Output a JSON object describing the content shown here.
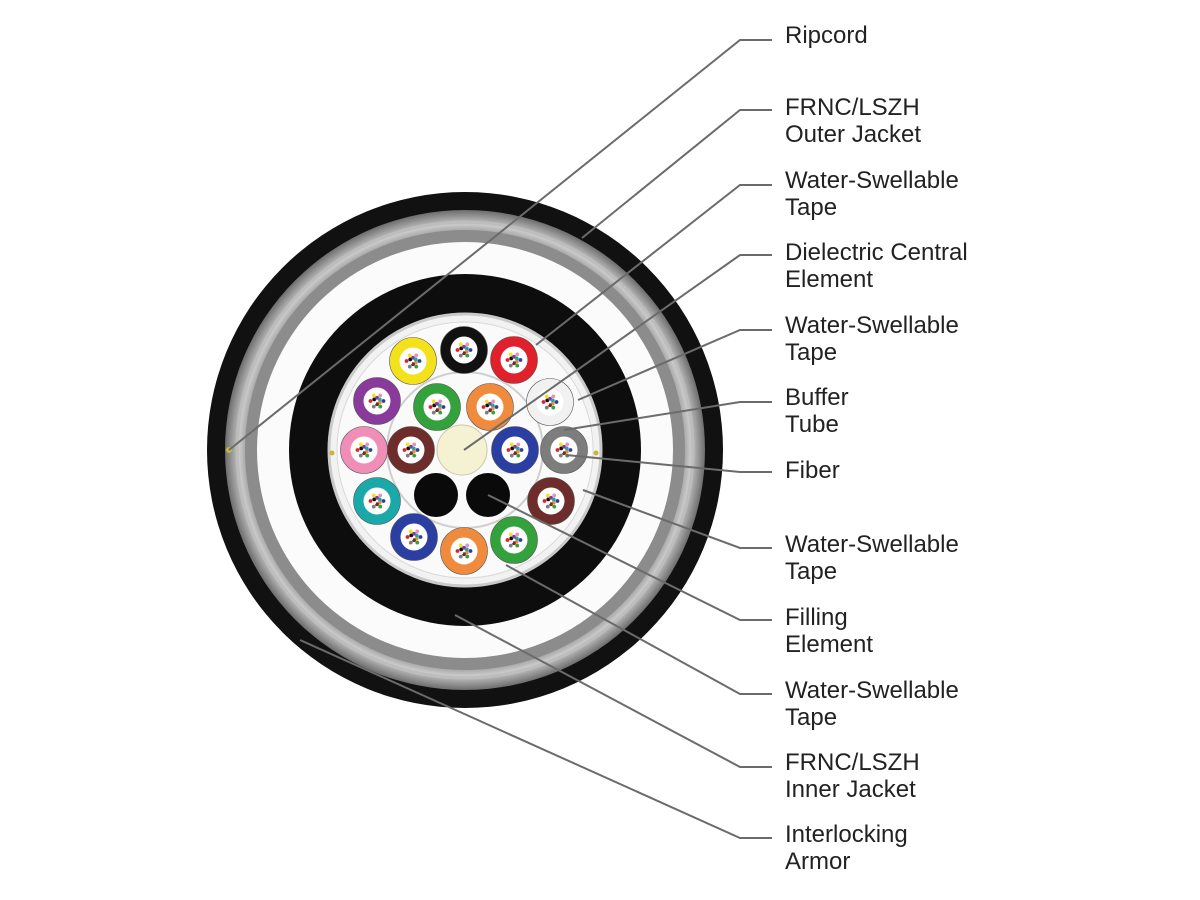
{
  "callouts": [
    {
      "id": "ripcord",
      "lines": [
        "Ripcord"
      ]
    },
    {
      "id": "outer-jacket",
      "lines": [
        "FRNC/LSZH",
        "Outer Jacket"
      ]
    },
    {
      "id": "water-swellable-tape-1",
      "lines": [
        "Water-Swellable",
        "Tape"
      ]
    },
    {
      "id": "dielectric-central-element",
      "lines": [
        "Dielectric Central",
        "Element"
      ]
    },
    {
      "id": "water-swellable-tape-2",
      "lines": [
        "Water-Swellable",
        "Tape"
      ]
    },
    {
      "id": "buffer-tube",
      "lines": [
        "Buffer",
        "Tube"
      ]
    },
    {
      "id": "fiber",
      "lines": [
        "Fiber"
      ]
    },
    {
      "id": "water-swellable-tape-3",
      "lines": [
        "Water-Swellable",
        "Tape"
      ]
    },
    {
      "id": "filling-element",
      "lines": [
        "Filling",
        "Element"
      ]
    },
    {
      "id": "water-swellable-tape-4",
      "lines": [
        "Water-Swellable",
        "Tape"
      ]
    },
    {
      "id": "inner-jacket",
      "lines": [
        "FRNC/LSZH",
        "Inner Jacket"
      ]
    },
    {
      "id": "interlocking-armor",
      "lines": [
        "Interlocking",
        "Armor"
      ]
    }
  ],
  "colors": {
    "outer_jacket": "#111111",
    "armor": "#9a9a9a",
    "inner_jacket": "#0d0d0d",
    "tape": "#f3f3f3",
    "central_element": "#f5f2d4",
    "filling_element": "#0a0a0a",
    "leader_line": "#6b6b6b"
  },
  "buffer_tubes": [
    {
      "name": "black",
      "color": "#111111"
    },
    {
      "name": "red",
      "color": "#e0202a"
    },
    {
      "name": "white",
      "color": "#f1f1f1"
    },
    {
      "name": "gray",
      "color": "#7d7d7d"
    },
    {
      "name": "brown",
      "color": "#6e2d2a"
    },
    {
      "name": "green",
      "color": "#33a23c"
    },
    {
      "name": "orange",
      "color": "#f08a3c"
    },
    {
      "name": "blue",
      "color": "#2b3fa3"
    },
    {
      "name": "aqua",
      "color": "#1aa8a8"
    },
    {
      "name": "rose",
      "color": "#f08eb7"
    },
    {
      "name": "violet",
      "color": "#8a3a9a"
    },
    {
      "name": "yellow",
      "color": "#f3e21b"
    },
    {
      "name": "green",
      "color": "#33a23c"
    },
    {
      "name": "orange",
      "color": "#f08a3c"
    },
    {
      "name": "blue",
      "color": "#2b3fa3"
    },
    {
      "name": "brown",
      "color": "#6e2d2a"
    }
  ],
  "fiber_colors": [
    "#2b3fa3",
    "#f08a3c",
    "#33a23c",
    "#6e2d2a",
    "#7d7d7d",
    "#f1f1f1",
    "#e0202a",
    "#111111",
    "#f3e21b",
    "#8a3a9a",
    "#f08eb7",
    "#1aa8a8"
  ]
}
